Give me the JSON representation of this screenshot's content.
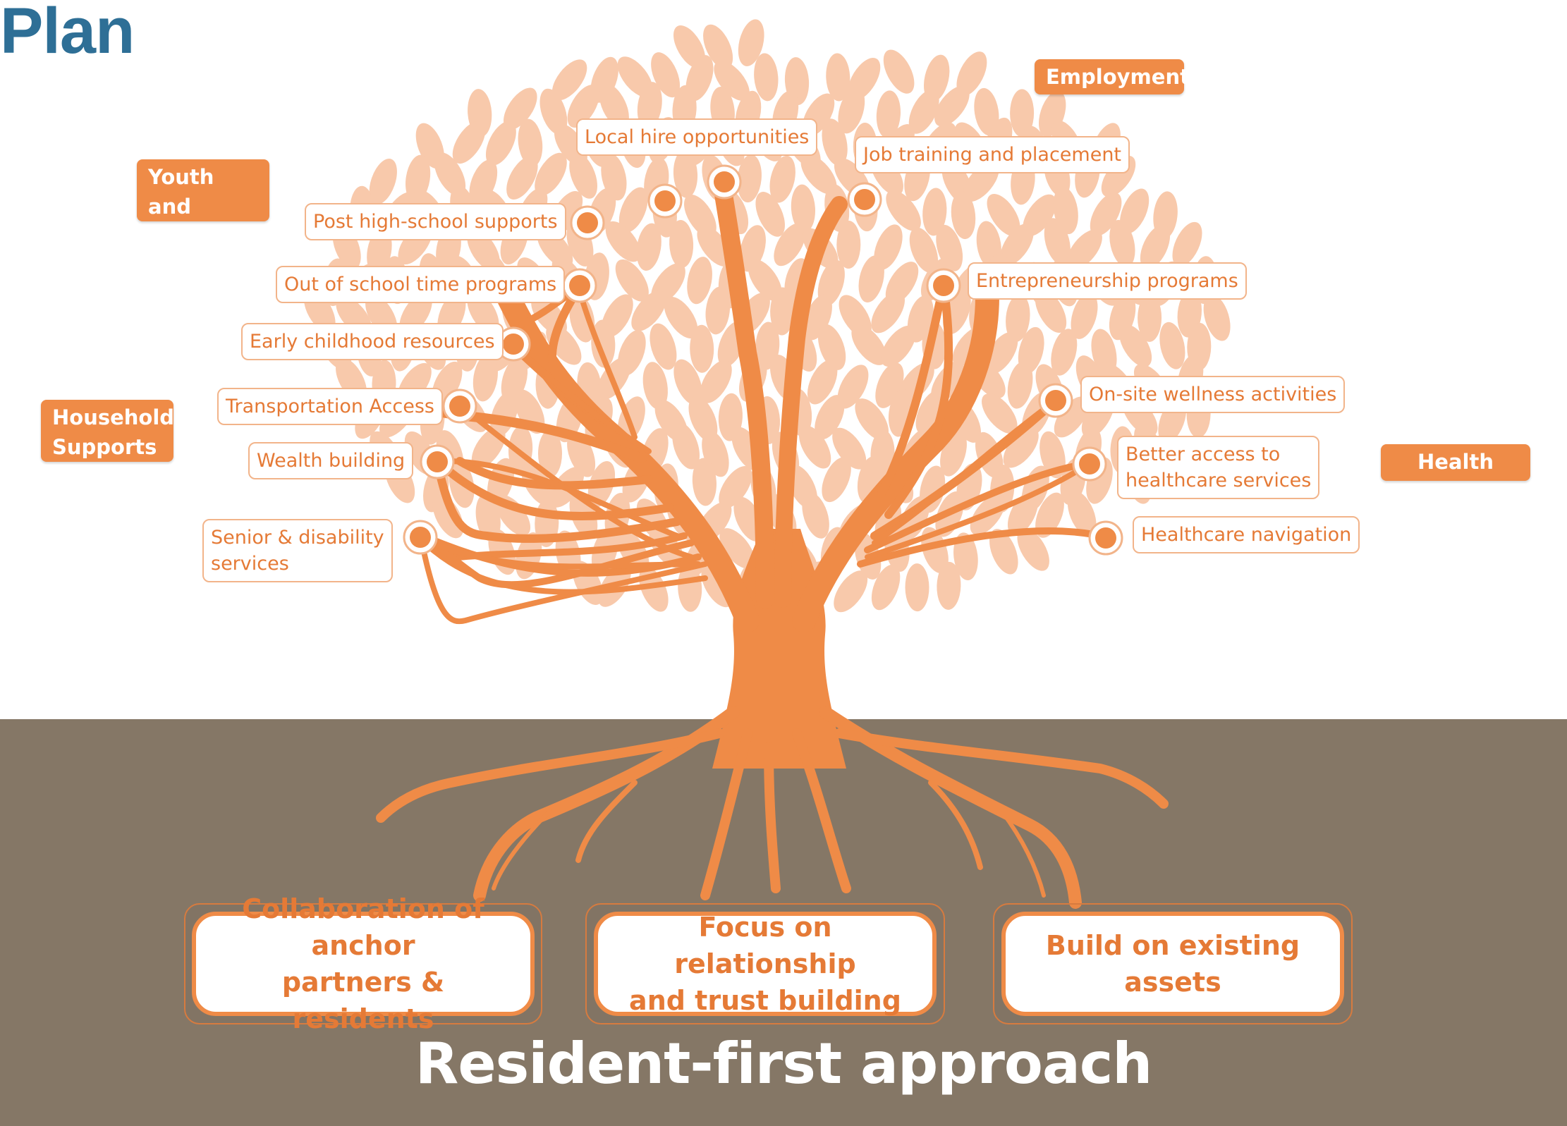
{
  "title": "Plan",
  "colors": {
    "accent": "#ef8b47",
    "leaf": "#f8c9ab",
    "ground": "#857766",
    "title_blue": "#2e6f96"
  },
  "categories": {
    "youth": "Youth and\nEducation",
    "employment": "Employment",
    "household": "Household\nSupports",
    "health": "Health"
  },
  "labels": {
    "local_hire": "Local hire opportunities",
    "job_training": "Job training and placement",
    "post_high_school": "Post high-school supports",
    "out_of_school": "Out of school time programs",
    "entrepreneurship": "Entrepreneurship programs",
    "early_childhood": "Early childhood resources",
    "transportation": "Transportation Access",
    "onsite_wellness": "On-site wellness activities",
    "wealth": "Wealth building",
    "healthcare_access": "Better access to\nhealthcare services",
    "senior": "Senior & disability\nservices",
    "healthcare_nav": "Healthcare navigation"
  },
  "pillars": {
    "collaboration": "Collaboration of anchor\npartners & residents",
    "relationship": "Focus on relationship\nand trust building",
    "assets": "Build on existing assets"
  },
  "approach": "Resident-first approach"
}
